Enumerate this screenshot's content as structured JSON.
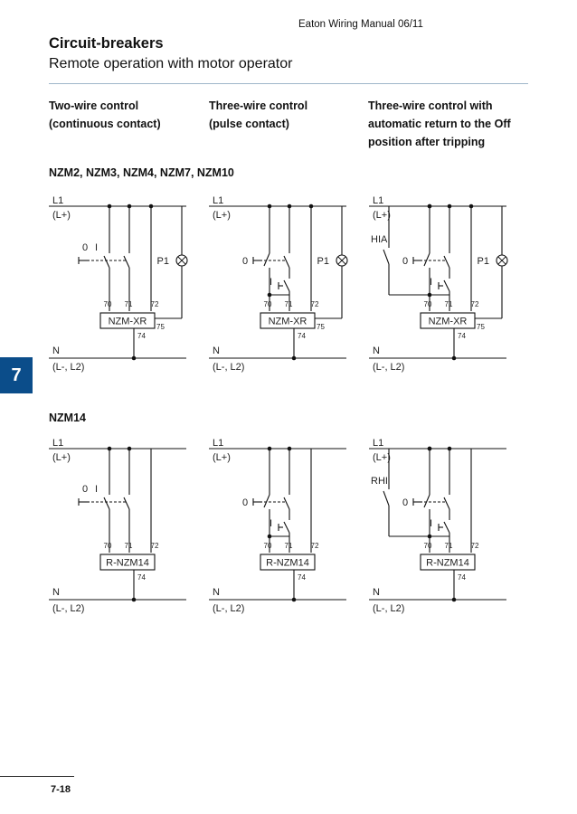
{
  "header": {
    "manual": "Eaton Wiring Manual 06/11"
  },
  "title": {
    "main": "Circuit-breakers",
    "sub": "Remote operation with motor operator"
  },
  "columns": [
    {
      "lines": [
        "Two-wire control",
        "(continuous contact)"
      ]
    },
    {
      "lines": [
        "Three-wire control",
        "(pulse contact)"
      ]
    },
    {
      "lines": [
        "Three-wire control with",
        "automatic return to the Off",
        "position after tripping"
      ]
    }
  ],
  "sections": {
    "top": "NZM2, NZM3, NZM4, NZM7, NZM10",
    "bottom": "NZM14"
  },
  "chapter_tab": "7",
  "footer": {
    "page": "7-18"
  },
  "diagram_text": {
    "l1": "L1",
    "l1_sub": "(L+)",
    "n": "N",
    "n_sub": "(L-, L2)",
    "t70": "70",
    "t71": "71",
    "t72": "72",
    "t74": "74",
    "t75": "75",
    "zero": "0",
    "one": "I",
    "p1": "P1",
    "nzmxr": "NZM-XR",
    "rnzm14": "R-NZM14",
    "hia": "HIA",
    "rhi": "RHI"
  }
}
